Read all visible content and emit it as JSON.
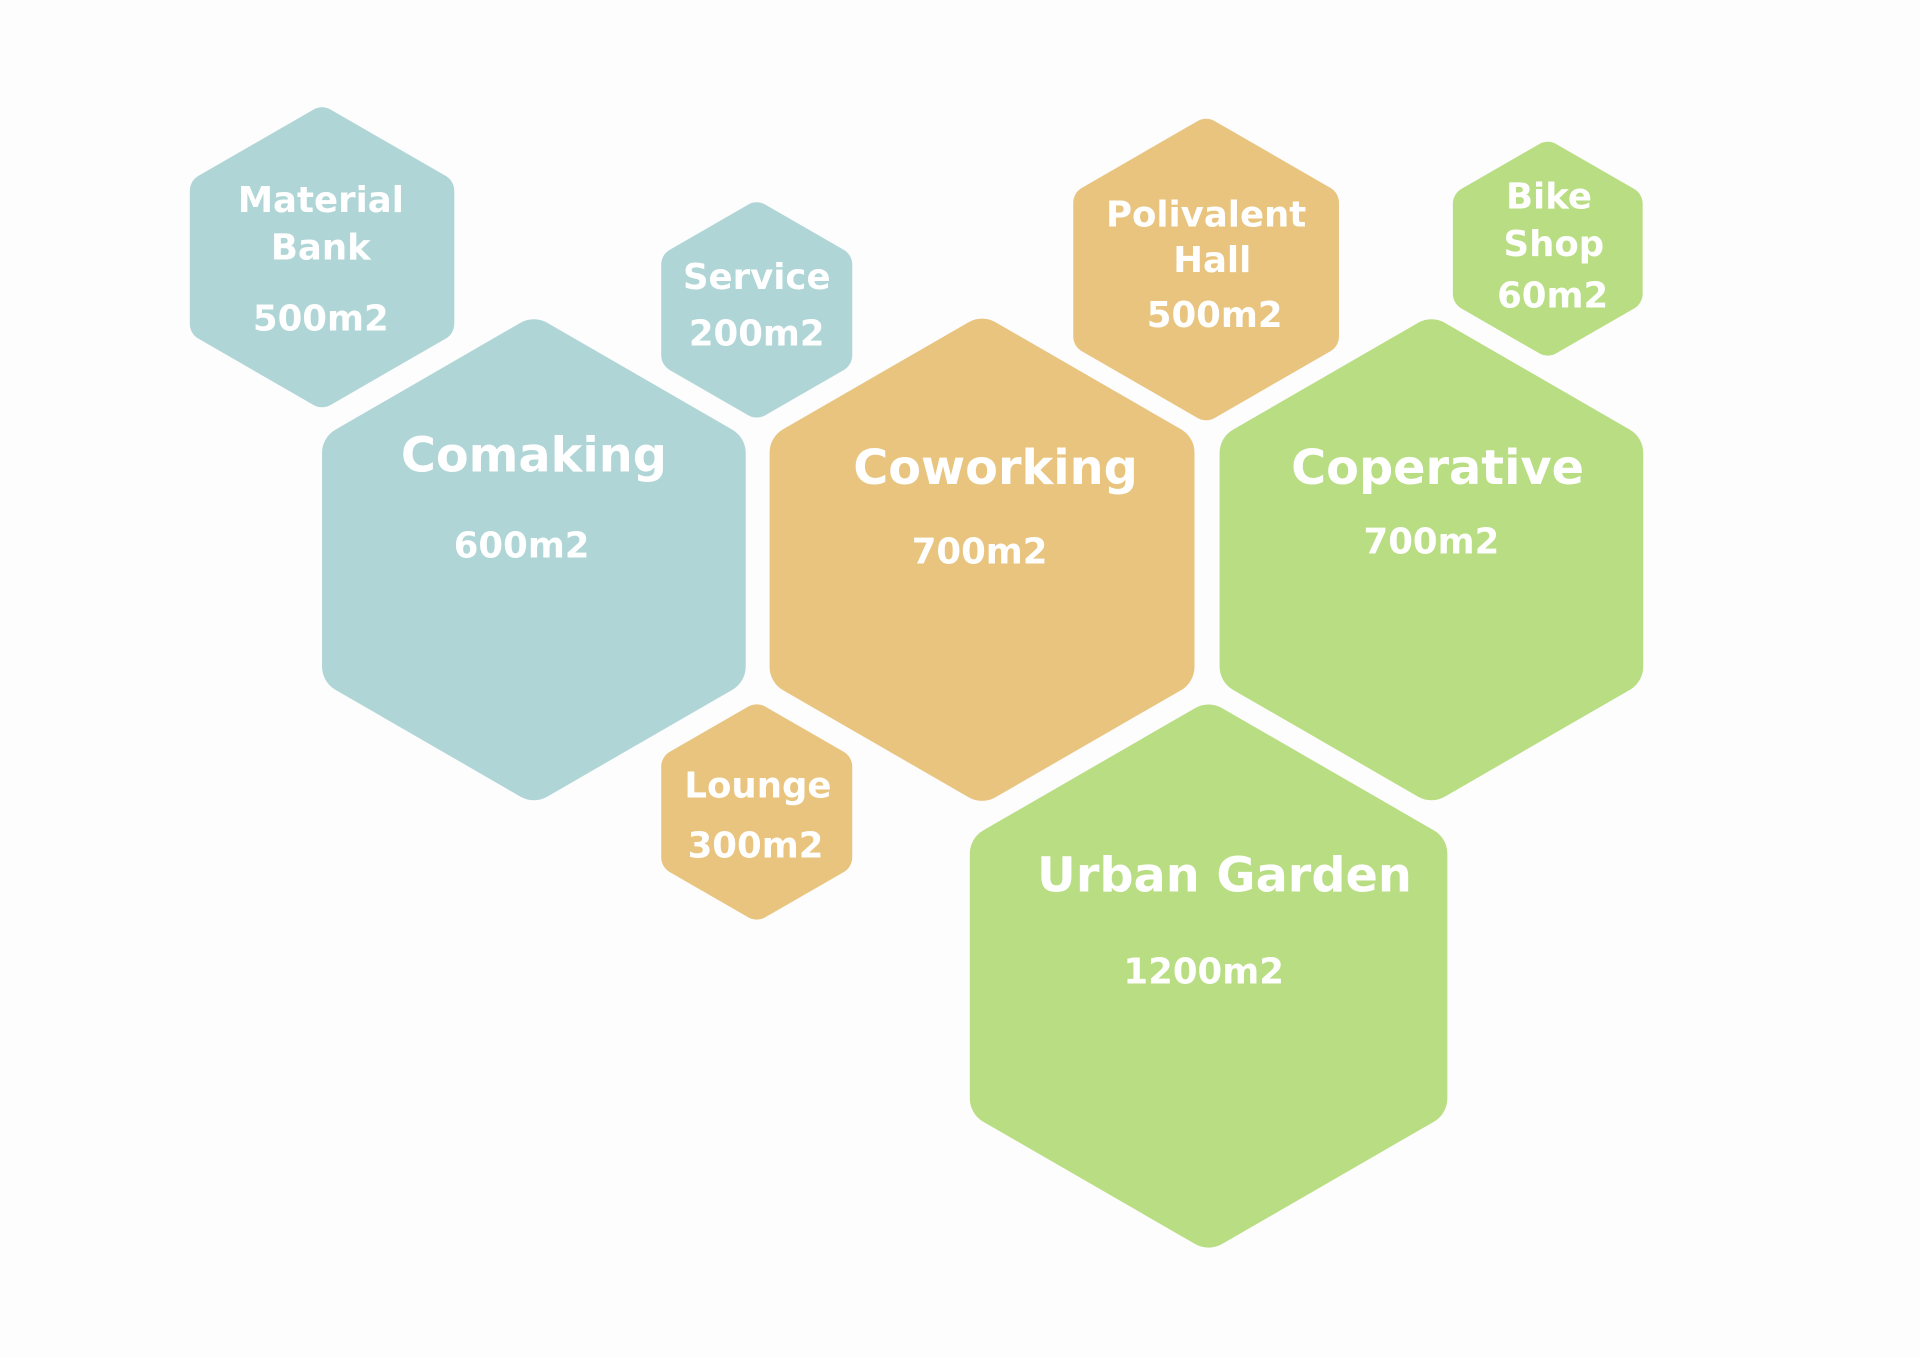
{
  "colors": {
    "blue": "#afd5d6",
    "orange": "#e8c47f",
    "green": "#b8dd82",
    "text": "#ffffff",
    "background": "#fdfdfd"
  },
  "spaces": [
    {
      "name_lines": [
        "Material",
        "Bank"
      ],
      "area": "500m2",
      "color": "blue"
    },
    {
      "name_lines": [
        "Service"
      ],
      "area": "200m2",
      "color": "blue"
    },
    {
      "name_lines": [
        "Comaking"
      ],
      "area": "600m2",
      "color": "blue"
    },
    {
      "name_lines": [
        "Coworking"
      ],
      "area": "700m2",
      "color": "orange"
    },
    {
      "name_lines": [
        "Polivalent",
        "Hall"
      ],
      "area": "500m2",
      "color": "orange"
    },
    {
      "name_lines": [
        "Bike",
        "Shop"
      ],
      "area": "60m2",
      "color": "green"
    },
    {
      "name_lines": [
        "Coperative"
      ],
      "area": "700m2",
      "color": "green"
    },
    {
      "name_lines": [
        "Lounge"
      ],
      "area": "300m2",
      "color": "orange"
    },
    {
      "name_lines": [
        "Urban Garden"
      ],
      "area": "1200m2",
      "color": "green"
    }
  ]
}
